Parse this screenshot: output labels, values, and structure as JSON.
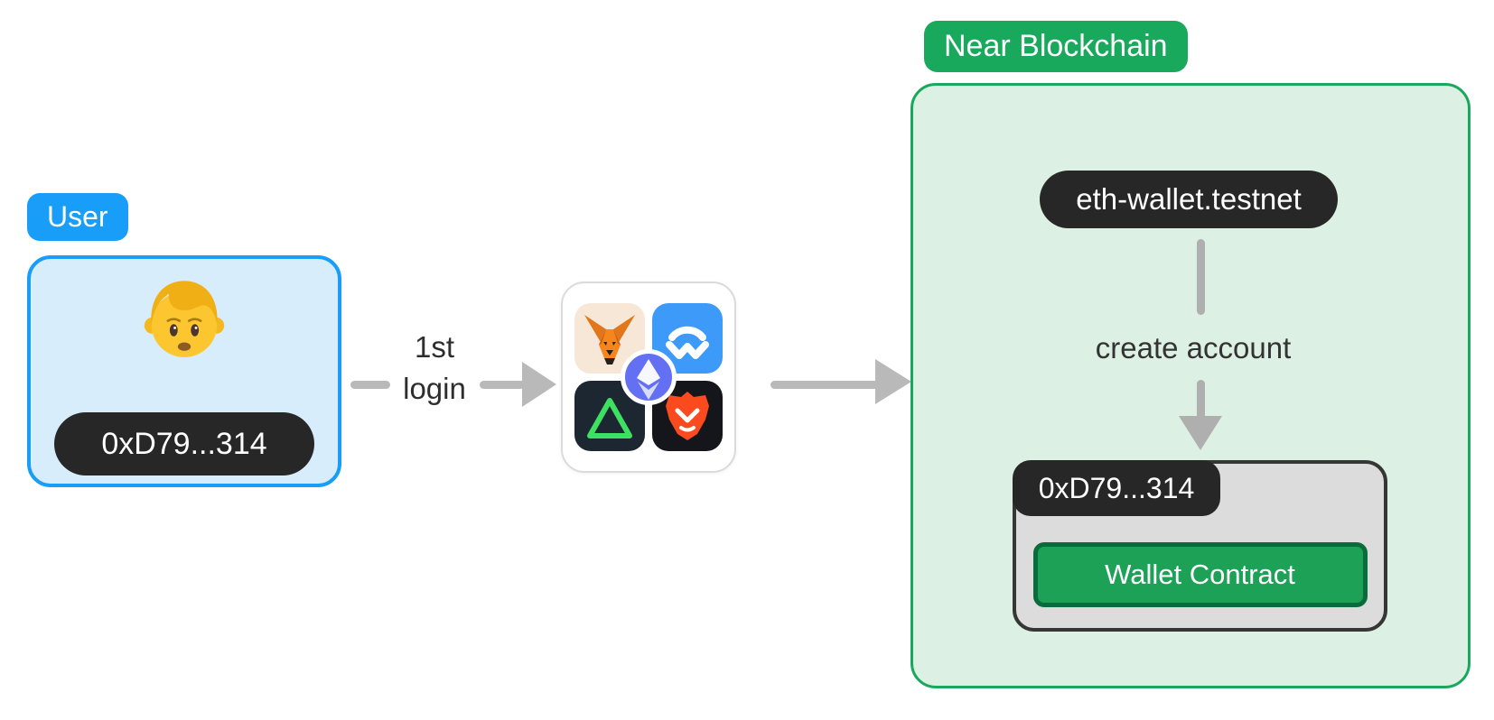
{
  "colors": {
    "blue": "#189DF8",
    "blue_light": "#D8EDFC",
    "green": "#18A95C",
    "green_light": "#DCF0E3",
    "green_button": "#1CA157",
    "green_button_border": "#0A6B3C",
    "dark_pill": "#272727",
    "gray_box": "#DCDCDC",
    "gray_box_border": "#363636",
    "arrow": "#B9B9B9",
    "text_dark": "#2E2E2E",
    "card_border": "#DBDBDB",
    "white": "#FFFFFF"
  },
  "user": {
    "badge_label": "User",
    "address": "0xD79...314",
    "emoji": "person-blond-emoji"
  },
  "flow": {
    "first_login_line1": "1st",
    "first_login_line2": "login"
  },
  "wallets": {
    "icon_names": [
      "metamask",
      "walletconnect",
      "triangle-wallet",
      "brave",
      "ethereum"
    ]
  },
  "near": {
    "badge_label": "Near Blockchain",
    "account_name": "eth-wallet.testnet",
    "action_label": "create account",
    "address": "0xD79...314",
    "contract_label": "Wallet Contract"
  }
}
